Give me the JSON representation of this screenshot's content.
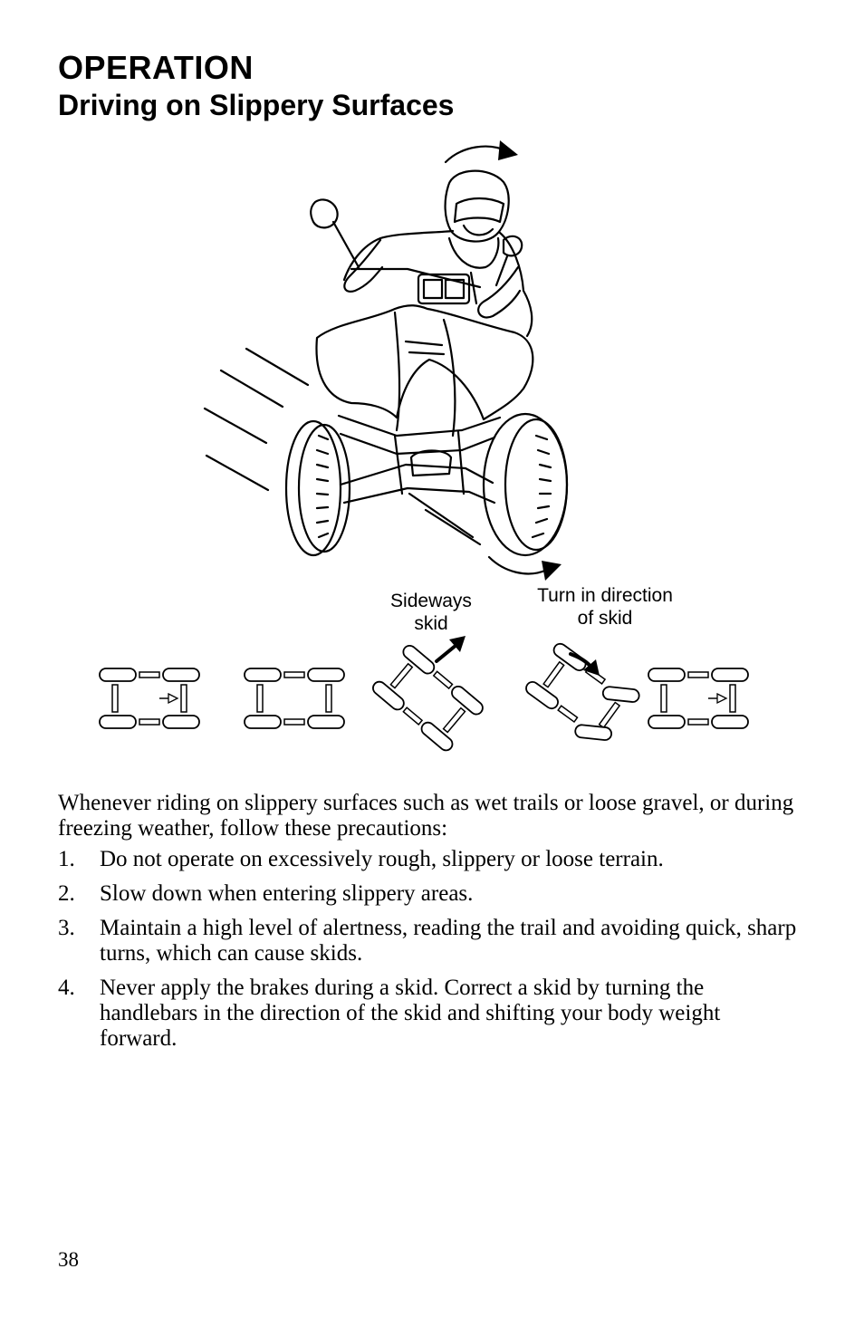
{
  "header": {
    "section_title": "OPERATION",
    "page_heading": "Driving on Slippery Surfaces"
  },
  "figure": {
    "caption_sideways": "Sideways skid",
    "caption_turn": "Turn in direction of skid"
  },
  "body": {
    "intro": "Whenever riding on slippery surfaces such as wet trails or loose gravel, or during freezing weather, follow these precautions:",
    "steps": [
      {
        "number": "1.",
        "text": "Do not operate on excessively rough, slippery or loose terrain."
      },
      {
        "number": "2.",
        "text": "Slow down when entering slippery areas."
      },
      {
        "number": "3.",
        "text": "Maintain a high level of alertness, reading the trail and avoiding quick, sharp turns, which can cause skids."
      },
      {
        "number": "4.",
        "text": "Never apply the brakes during a skid. Correct a skid by turning the handlebars in the direction of the skid and shifting your body weight forward."
      }
    ]
  },
  "footer": {
    "page_number": "38"
  },
  "colors": {
    "ink": "#000000",
    "paper": "#ffffff"
  }
}
